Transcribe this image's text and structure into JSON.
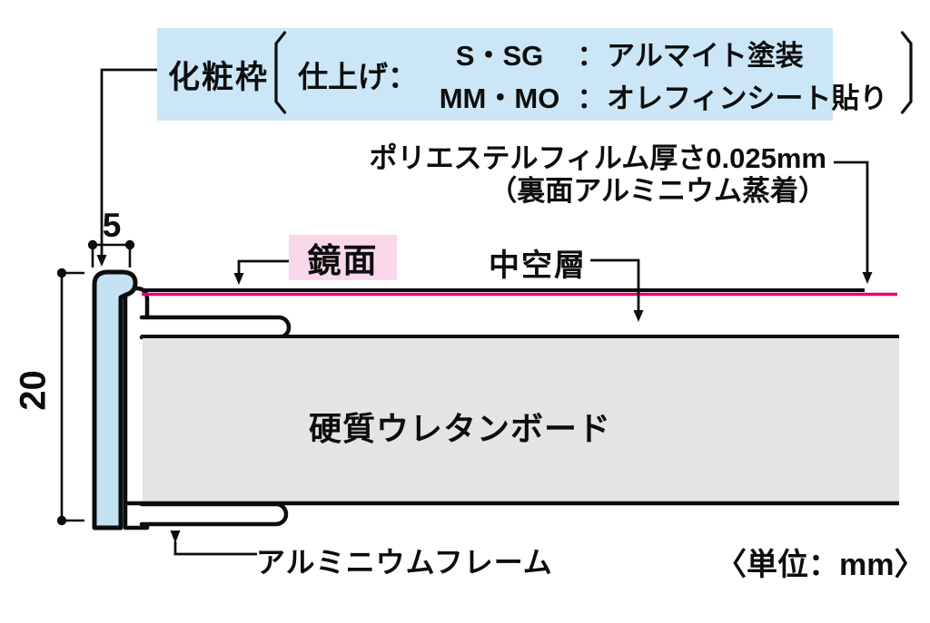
{
  "diagram": {
    "title_box": {
      "frame_label": "化粧枠",
      "finish_label": "仕上げ：",
      "rows": [
        {
          "code": "S・SG",
          "sep": "：",
          "desc": "アルマイト塗装"
        },
        {
          "code": "MM・MO",
          "sep": "：",
          "desc": "オレフィンシート貼り"
        }
      ]
    },
    "labels": {
      "film_line1": "ポリエステルフィルム厚さ0.025mm",
      "film_line2": "（裏面アルミニウム蒸着）",
      "mirror": "鏡面",
      "hollow": "中空層",
      "board": "硬質ウレタンボード",
      "frame": "アルミニウムフレーム",
      "unit": "〈単位：mm〉"
    },
    "dimensions": {
      "frame_width_mm": "5",
      "board_height_mm": "20"
    },
    "colors": {
      "highlight_blue": "#cbe7f7",
      "highlight_pink": "#fbd7ec",
      "film_magenta": "#e6007e",
      "board_gray": "#e4e4e4",
      "frame_fill": "#c3e3f5",
      "line_black": "#0d0d0d"
    }
  }
}
